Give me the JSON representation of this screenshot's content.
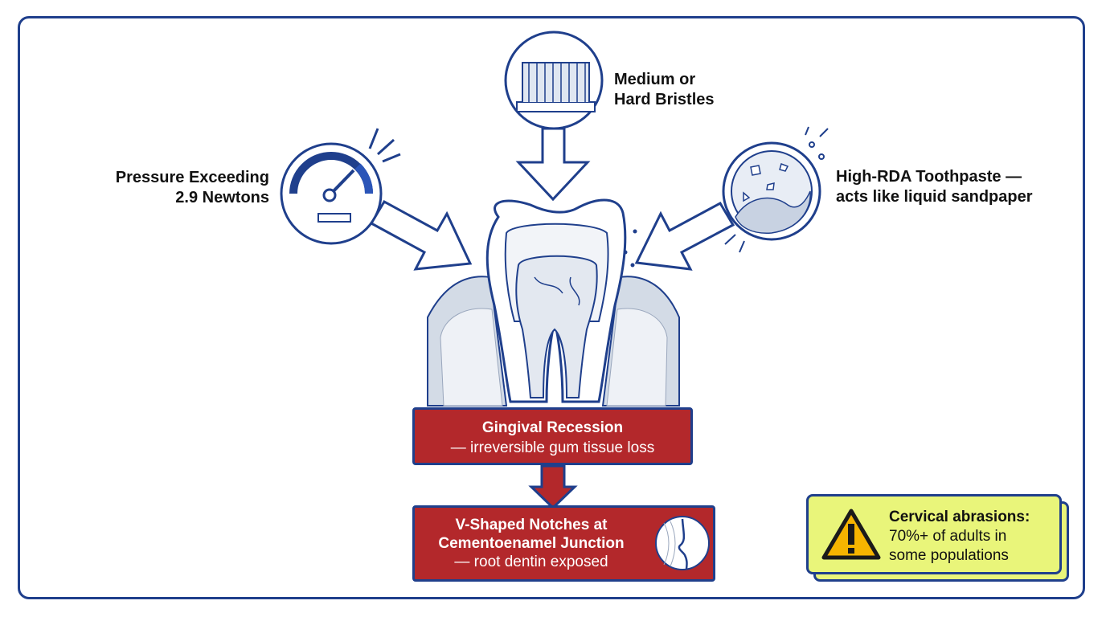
{
  "causes": {
    "pressure": {
      "line1": "Pressure Exceeding",
      "line2": "2.9 Newtons",
      "icon": "pressure-gauge-icon"
    },
    "bristles": {
      "line1": "Medium or",
      "line2": "Hard Bristles",
      "icon": "toothbrush-icon"
    },
    "toothpaste": {
      "line1": "High-RDA Toothpaste —",
      "line2": "acts like liquid sandpaper",
      "icon": "abrasive-particles-icon"
    }
  },
  "effects": {
    "recession": {
      "title": "Gingival Recession",
      "detail": "— irreversible gum tissue loss"
    },
    "notches": {
      "line1": "V-Shaped Notches at",
      "line2": "Cementoenamel Junction",
      "detail": "— root dentin exposed",
      "icon": "notch-closeup-icon"
    }
  },
  "stat": {
    "line1": "Cervical abrasions:",
    "line2": "70%+ of adults in",
    "line3": "some populations",
    "icon": "warning-icon"
  },
  "colors": {
    "navy": "#1f3f8c",
    "red": "#b3282b",
    "highlight": "#e9f57a",
    "gum": "#d3dbe6"
  }
}
